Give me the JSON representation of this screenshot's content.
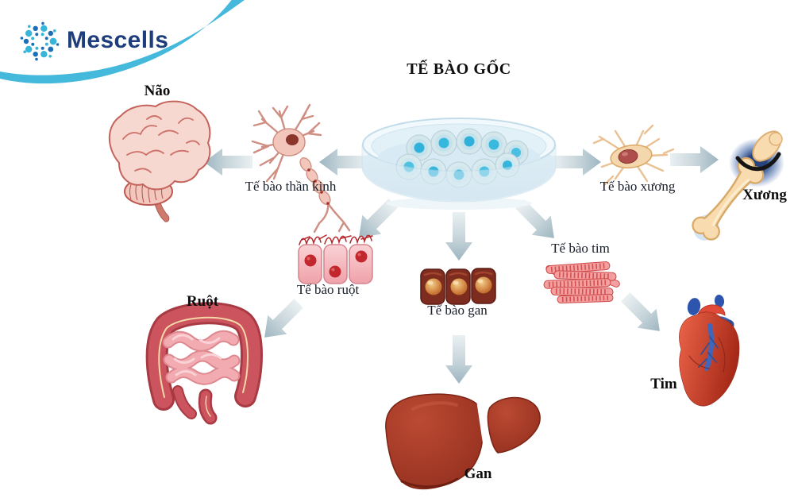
{
  "brand": {
    "name": "Mescells",
    "wordmark_color": "#1e3d7c",
    "logo_icon": "dot-circle-cell-logo",
    "logo_dot_teal": "#38b6da",
    "logo_dot_blue": "#1d6fb5",
    "swoosh_color": "#45b9dc"
  },
  "diagram": {
    "title": "TẾ BÀO GỐC",
    "center": {
      "id": "stem-cells",
      "icon": "petri-dish-with-stem-cells"
    },
    "branches": [
      {
        "cell": {
          "id": "nerve-cell",
          "label": "Tế bào thần kinh",
          "icon": "neuron"
        },
        "organ": {
          "id": "brain",
          "label": "Não",
          "icon": "brain"
        }
      },
      {
        "cell": {
          "id": "bone-cell",
          "label": "Tế bào xương",
          "icon": "osteocyte"
        },
        "organ": {
          "id": "bone",
          "label": "Xương",
          "icon": "bone-joint"
        }
      },
      {
        "cell": {
          "id": "intestine-cell",
          "label": "Tế bào ruột",
          "icon": "epithelial-cells"
        },
        "organ": {
          "id": "intestine",
          "label": "Ruột",
          "icon": "intestine"
        }
      },
      {
        "cell": {
          "id": "liver-cell",
          "label": "Tế bào gan",
          "icon": "hepatocytes"
        },
        "organ": {
          "id": "liver",
          "label": "Gan",
          "icon": "liver"
        }
      },
      {
        "cell": {
          "id": "heart-cell",
          "label": "Tế bào tim",
          "icon": "cardiac-muscle-fibers"
        },
        "organ": {
          "id": "heart",
          "label": "Tim",
          "icon": "heart"
        }
      }
    ],
    "colors": {
      "arrow_light": "#e9eef0",
      "arrow_dark": "#9fb6c0",
      "label_text": "#181e29",
      "title_text": "#0f0f0f"
    }
  }
}
